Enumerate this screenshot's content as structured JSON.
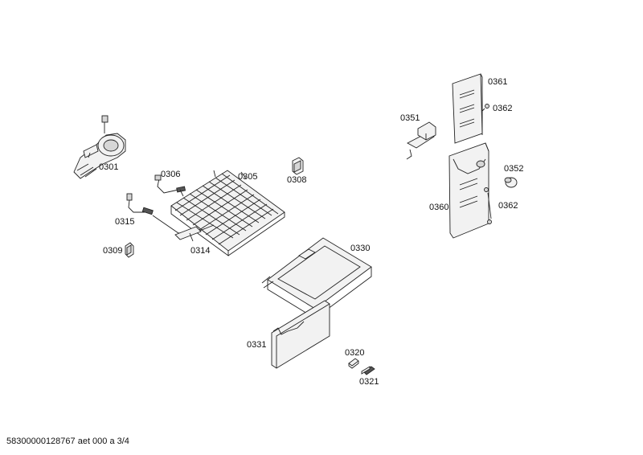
{
  "parts": [
    {
      "id": "p0301",
      "label": "0301"
    },
    {
      "id": "p0305",
      "label": "0305"
    },
    {
      "id": "p0306",
      "label": "0306"
    },
    {
      "id": "p0308",
      "label": "0308"
    },
    {
      "id": "p0309",
      "label": "0309"
    },
    {
      "id": "p0314",
      "label": "0314"
    },
    {
      "id": "p0315",
      "label": "0315"
    },
    {
      "id": "p0320",
      "label": "0320"
    },
    {
      "id": "p0321",
      "label": "0321"
    },
    {
      "id": "p0330",
      "label": "0330"
    },
    {
      "id": "p0331",
      "label": "0331"
    },
    {
      "id": "p0351",
      "label": "0351"
    },
    {
      "id": "p0352",
      "label": "0352"
    },
    {
      "id": "p0360",
      "label": "0360"
    },
    {
      "id": "p0361",
      "label": "0361"
    },
    {
      "id": "p0362a",
      "label": "0362"
    },
    {
      "id": "p0362b",
      "label": "0362"
    }
  ],
  "footer": "58300000128767 aet 000 a 3/4"
}
